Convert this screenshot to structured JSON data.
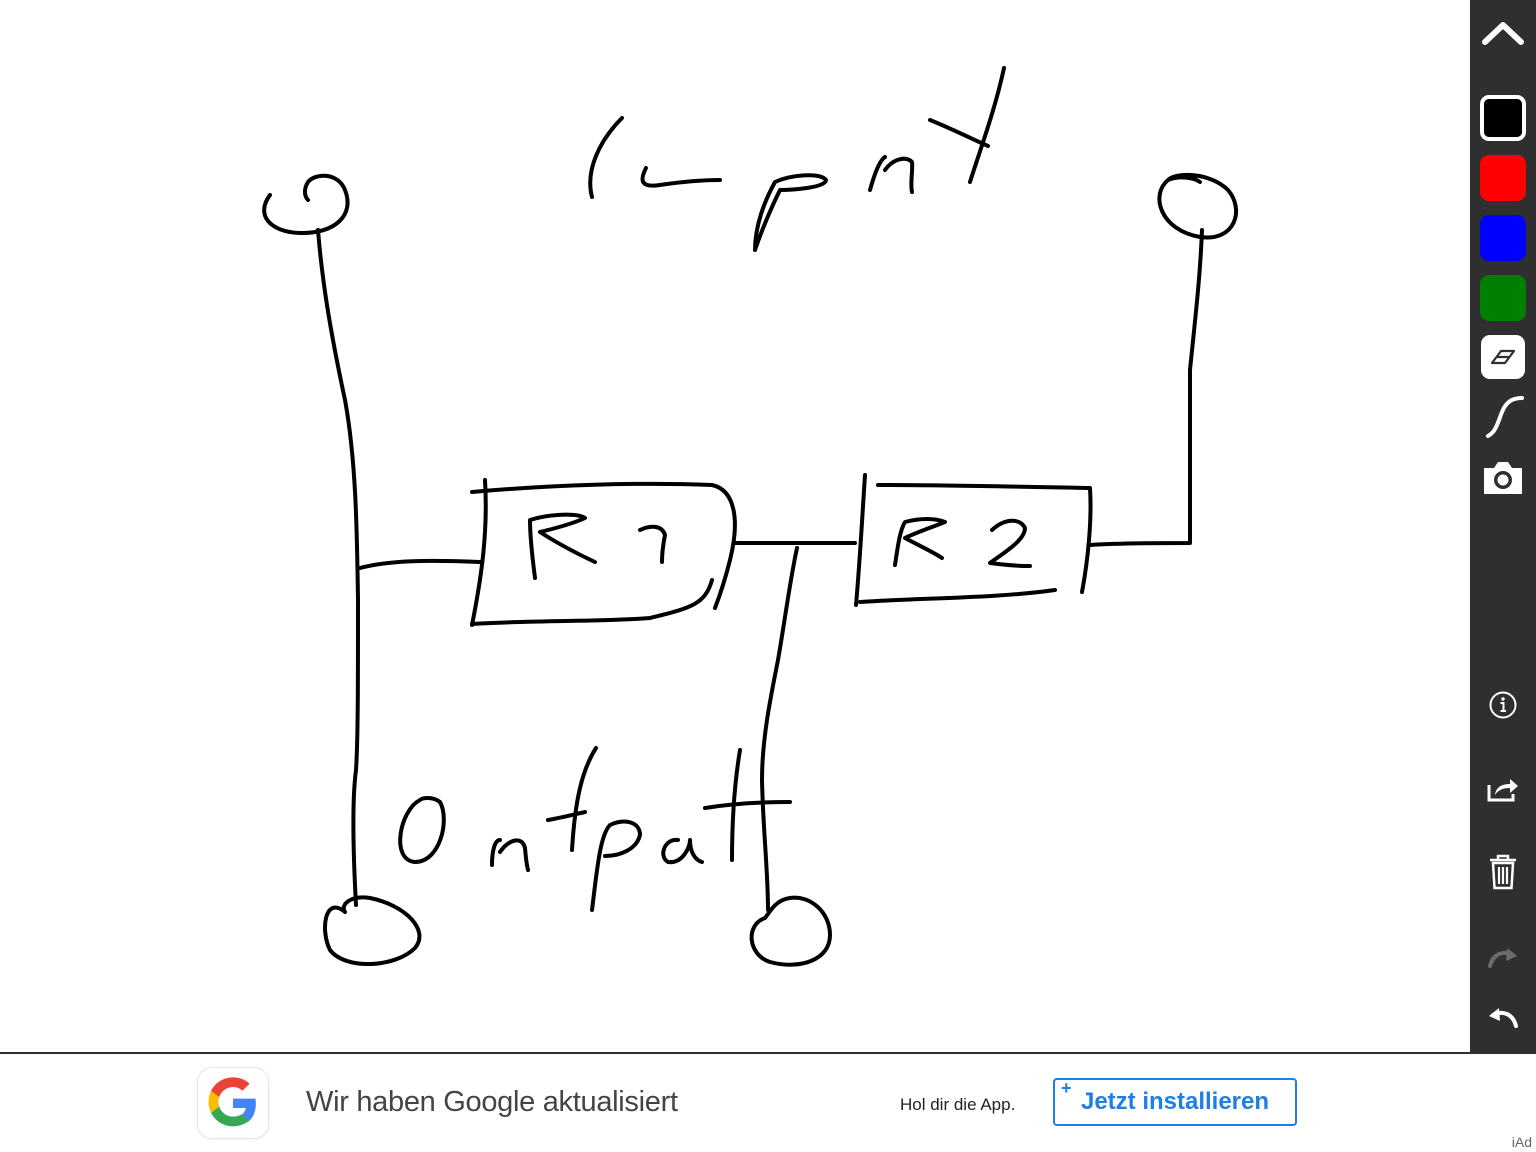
{
  "toolbar": {
    "items": [
      {
        "name": "collapse",
        "icon": "chevron-up-icon"
      },
      {
        "name": "color-black",
        "color": "#000000",
        "selected": true
      },
      {
        "name": "color-red",
        "color": "#ff0000",
        "selected": false
      },
      {
        "name": "color-blue",
        "color": "#0000ff",
        "selected": false
      },
      {
        "name": "color-green",
        "color": "#008000",
        "selected": false
      },
      {
        "name": "eraser",
        "icon": "eraser-icon"
      },
      {
        "name": "pen-stroke",
        "icon": "pen-stroke-icon"
      },
      {
        "name": "camera",
        "icon": "camera-icon"
      },
      {
        "name": "info",
        "icon": "info-icon"
      },
      {
        "name": "share",
        "icon": "share-icon"
      },
      {
        "name": "delete",
        "icon": "trash-icon"
      },
      {
        "name": "redo",
        "icon": "redo-icon",
        "disabled": true
      },
      {
        "name": "undo",
        "icon": "undo-icon"
      }
    ],
    "background": "#2f2f2f"
  },
  "canvas": {
    "background": "#ffffff",
    "ink_color": "#000000",
    "handwriting": {
      "input_label": "Input",
      "output_label": "Output",
      "r1_label": "R1",
      "r2_label": "R2"
    }
  },
  "ad": {
    "headline": "Wir haben Google aktualisiert",
    "subline": "Hol dir die App.",
    "button_label": "Jetzt installieren",
    "button_plus": "+",
    "iad_label": "iAd",
    "accent_color": "#1f7fe6"
  }
}
